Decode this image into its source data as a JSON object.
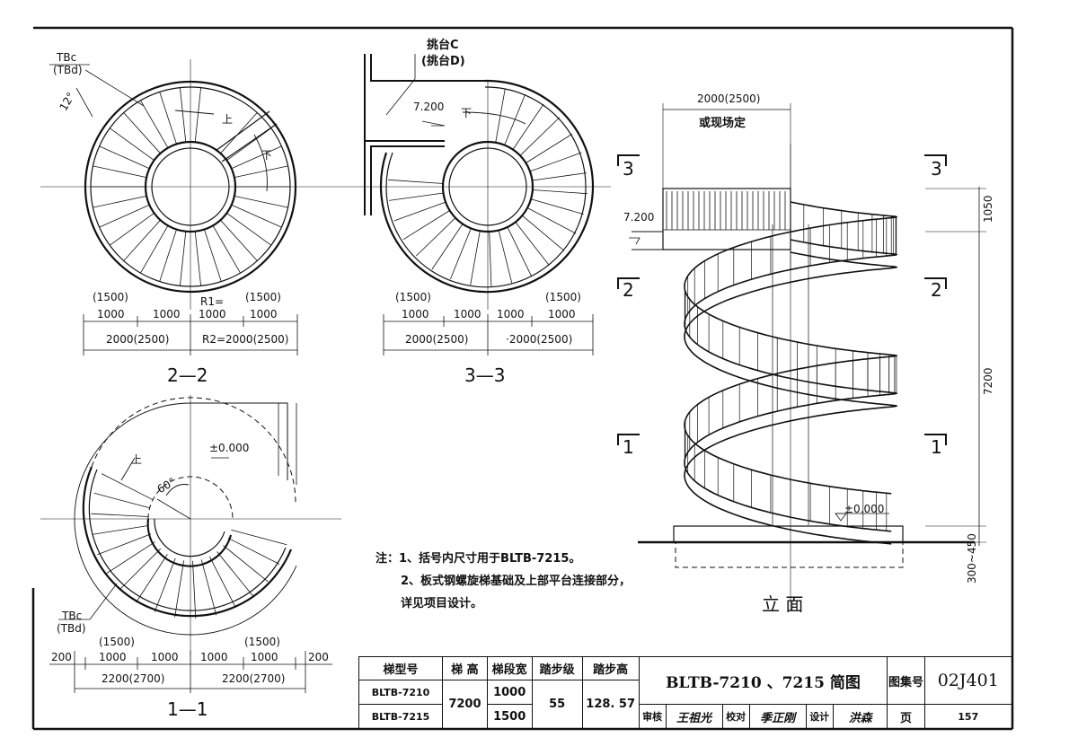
{
  "plan22": {
    "label_tbc": "TBc",
    "label_tbd": "(TBd)",
    "angle": "12°",
    "up": "上",
    "down": "下",
    "dim_top": [
      "(1500)",
      "R1=",
      "(1500)"
    ],
    "dim_mid": [
      "1000",
      "1000",
      "1000",
      "1000"
    ],
    "dim_left": "2000(2500)",
    "dim_right": "R2=2000(2500)",
    "section_title": "2—2"
  },
  "plan33": {
    "label_c": "挑台C",
    "label_d": "(挑台D)",
    "level": "7.200",
    "down": "下",
    "dim_top": [
      "(1500)",
      "(1500)"
    ],
    "dim_mid": [
      "1000",
      "1000",
      "1000",
      "1000"
    ],
    "dim_left": "2000(2500)",
    "dim_right": "·2000(2500)",
    "section_title": "3—3"
  },
  "plan11": {
    "level": "±0.000",
    "up": "上",
    "angle": "60°",
    "label_tbc": "TBc",
    "label_tbd": "(TBd)",
    "dim_top": [
      "(1500)",
      "(1500)"
    ],
    "dim_mid": [
      "200",
      "1000",
      "1000",
      "1000",
      "1000",
      "200"
    ],
    "dim_left": "2200(2700)",
    "dim_right": "2200(2700)",
    "section_title": "1—1"
  },
  "elevation": {
    "width_dim": "2000(2500)",
    "width_note": "或现场定",
    "level_top": "7.200",
    "level_base": "±0.000",
    "dim_top": "1050",
    "dim_height": "7200",
    "dim_base": "300~450",
    "cut_marks": [
      "3",
      "3",
      "2",
      "2",
      "1",
      "1"
    ],
    "title": "立  面"
  },
  "notes": {
    "line1": "注：1、括号内尺寸用于BLTB-7215。",
    "line2": "2、板式钢螺旋梯基础及上部平台连接部分，",
    "line3": "详见项目设计。"
  },
  "title_block": {
    "headers": [
      "梯型号",
      "梯 高",
      "梯段宽",
      "踏步级",
      "踏步高"
    ],
    "model_1": "BLTB-7210",
    "model_2": "BLTB-7215",
    "height": "7200",
    "width_1": "1000",
    "width_2": "1500",
    "steps": "55",
    "step_height": "128. 57",
    "drawing_title": "BLTB-7210 、7215 简图",
    "atlas_label": "图集号",
    "atlas_no": "02J401",
    "review_label": "审核",
    "review_sig": "王祖光",
    "check_label": "校对",
    "check_sig": "季正刚",
    "design_label": "设计",
    "design_sig": "洪森",
    "page_label": "页",
    "page_no": "157"
  }
}
